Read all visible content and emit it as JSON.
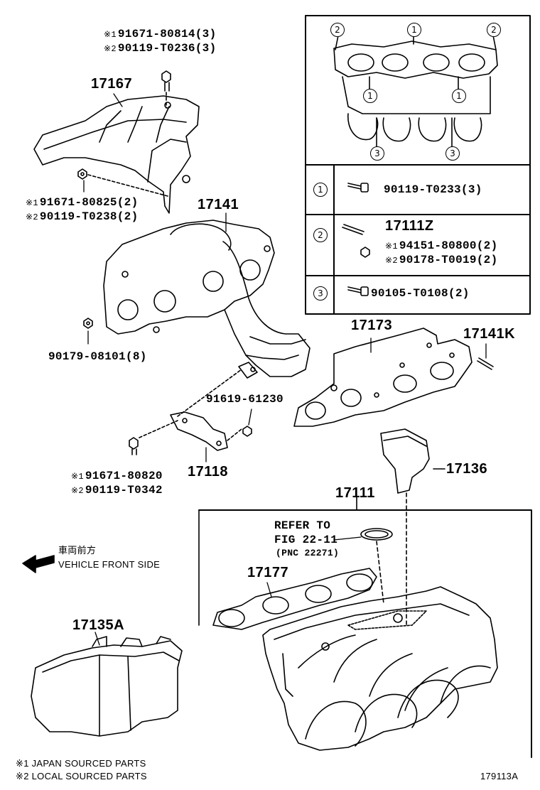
{
  "inset": {
    "callouts": [
      "2",
      "1",
      "2",
      "1",
      "1",
      "3",
      "3"
    ],
    "rows": [
      {
        "key": "1",
        "part": "90119-T0233(3)"
      },
      {
        "key": "2",
        "part": "17111Z",
        "sub1": "94151-80800(2)",
        "sub2": "90178-T0019(2)"
      },
      {
        "key": "3",
        "part": "90105-T0108(2)"
      }
    ]
  },
  "labels": {
    "p17167": "17167",
    "top_bolt_j": "91671-80814(3)",
    "top_bolt_l": "90119-T0236(3)",
    "mid_bolt_j": "91671-80825(2)",
    "mid_bolt_l": "90119-T0238(2)",
    "p17141": "17141",
    "p90179": "90179-08101(8)",
    "p17173": "17173",
    "p17141k": "17141K",
    "p91619": "91619-61230",
    "bracket_bolt_j": "91671-80820",
    "bracket_bolt_l": "90119-T0342",
    "p17118": "17118",
    "p17136": "17136",
    "p17111": "17111",
    "refer1": "REFER TO",
    "refer2": "FIG 22-11",
    "refer3": "(PNC 22271)",
    "p17177": "17177",
    "p17135a": "17135A",
    "front_jp": "車両前方",
    "front_en": "VEHICLE FRONT SIDE"
  },
  "marks": {
    "m1": "※1",
    "m2": "※2"
  },
  "footnotes": {
    "f1": "※1 JAPAN SOURCED PARTS",
    "f2": "※2 LOCAL SOURCED PARTS",
    "code": "179113A"
  }
}
